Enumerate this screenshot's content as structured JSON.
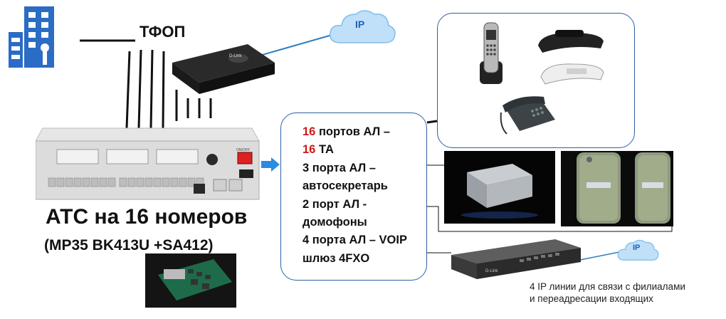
{
  "labels": {
    "pstn": "ТФОП",
    "ip_cloud_top": "IP",
    "ip_cloud_bottom": "IP",
    "pbx_title": "АТС на 16 номеров",
    "pbx_model": "(MP35 BK413U +SA412)",
    "ip_note_line1": "4 IP линии для связи с филиалами",
    "ip_note_line2": "и переадресации входящих"
  },
  "spec": [
    {
      "num": "16",
      "text": " портов  АЛ –"
    },
    {
      "num": "16",
      "text": " ТА"
    },
    {
      "num": "",
      "text": "3 порта  АЛ –"
    },
    {
      "num": "",
      "text": "автосекретарь"
    },
    {
      "num": "",
      "text": "2 порт АЛ  -"
    },
    {
      "num": "",
      "text": "домофоны"
    },
    {
      "num": "",
      "text": "4 порта  АЛ – VOIP"
    },
    {
      "num": "",
      "text": "шлюз 4FXO"
    }
  ],
  "device_marks": {
    "gateway_top_brand": "D-Link",
    "gateway_bottom_brand": "D-Link",
    "pbx_switch_label": "ON/OFF"
  },
  "colors": {
    "accent_blue": "#2e5fa3",
    "highlight_red": "#cc1b1b",
    "building_blue": "#2b6cc4",
    "cloud_blue": "#4da3e8"
  },
  "icons": [
    "building-icon",
    "cloud-icon",
    "arrow-right-icon",
    "cordless-phone-icon",
    "desk-phone-icon",
    "intercom-panel-icon"
  ]
}
